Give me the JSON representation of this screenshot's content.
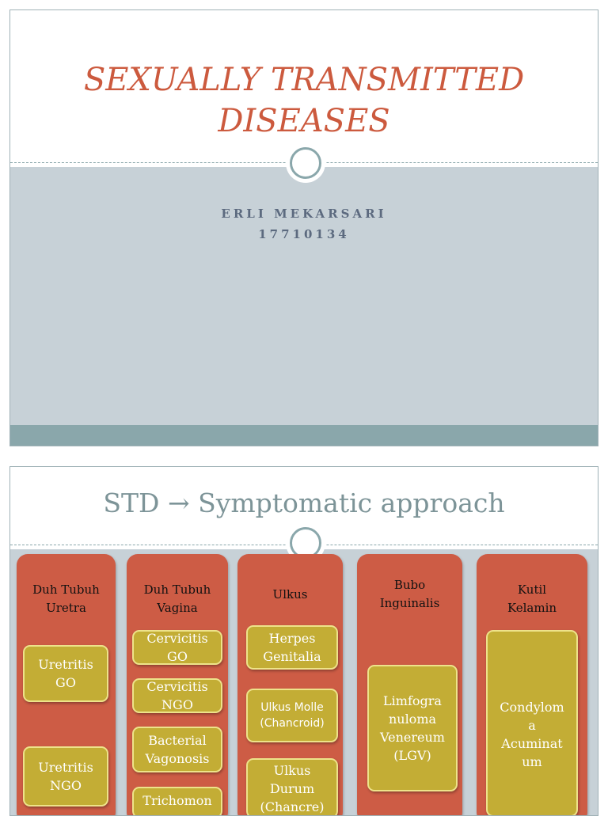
{
  "slide1": {
    "title_line1": "SEXUALLY  TRANSMITTED",
    "title_line2": "DISEASES",
    "author": "ERLI MEKARSARI",
    "id_number": "17710134"
  },
  "slide2": {
    "title": "STD → Symptomatic approach",
    "columns": [
      {
        "heading": "Duh Tubuh\nUretra",
        "items": [
          "Uretritis\nGO",
          "Uretritis\nNGO"
        ]
      },
      {
        "heading": "Duh Tubuh\nVagina",
        "items": [
          "Cervicitis\nGO",
          "Cervicitis\nNGO",
          "Bacterial\nVagonosis",
          "Trichomon"
        ]
      },
      {
        "heading": "Ulkus",
        "items": [
          "Herpes\nGenitalia",
          "Ulkus Molle\n(Chancroid)",
          "Ulkus\nDurum\n(Chancre)"
        ]
      },
      {
        "heading": "Bubo\nInguinalis",
        "items": [
          "Limfogra\nnuloma\nVenereum\n(LGV)"
        ]
      },
      {
        "heading": "Kutil\nKelamin",
        "items": [
          "Condylom\na\nAcuminat\num"
        ]
      }
    ]
  },
  "colors": {
    "title_red": "#cc5a3e",
    "band_blue_gray": "#c7d1d7",
    "teal": "#8aa7ab",
    "column_red": "#cd5c45",
    "box_gold": "#c3ad35"
  }
}
